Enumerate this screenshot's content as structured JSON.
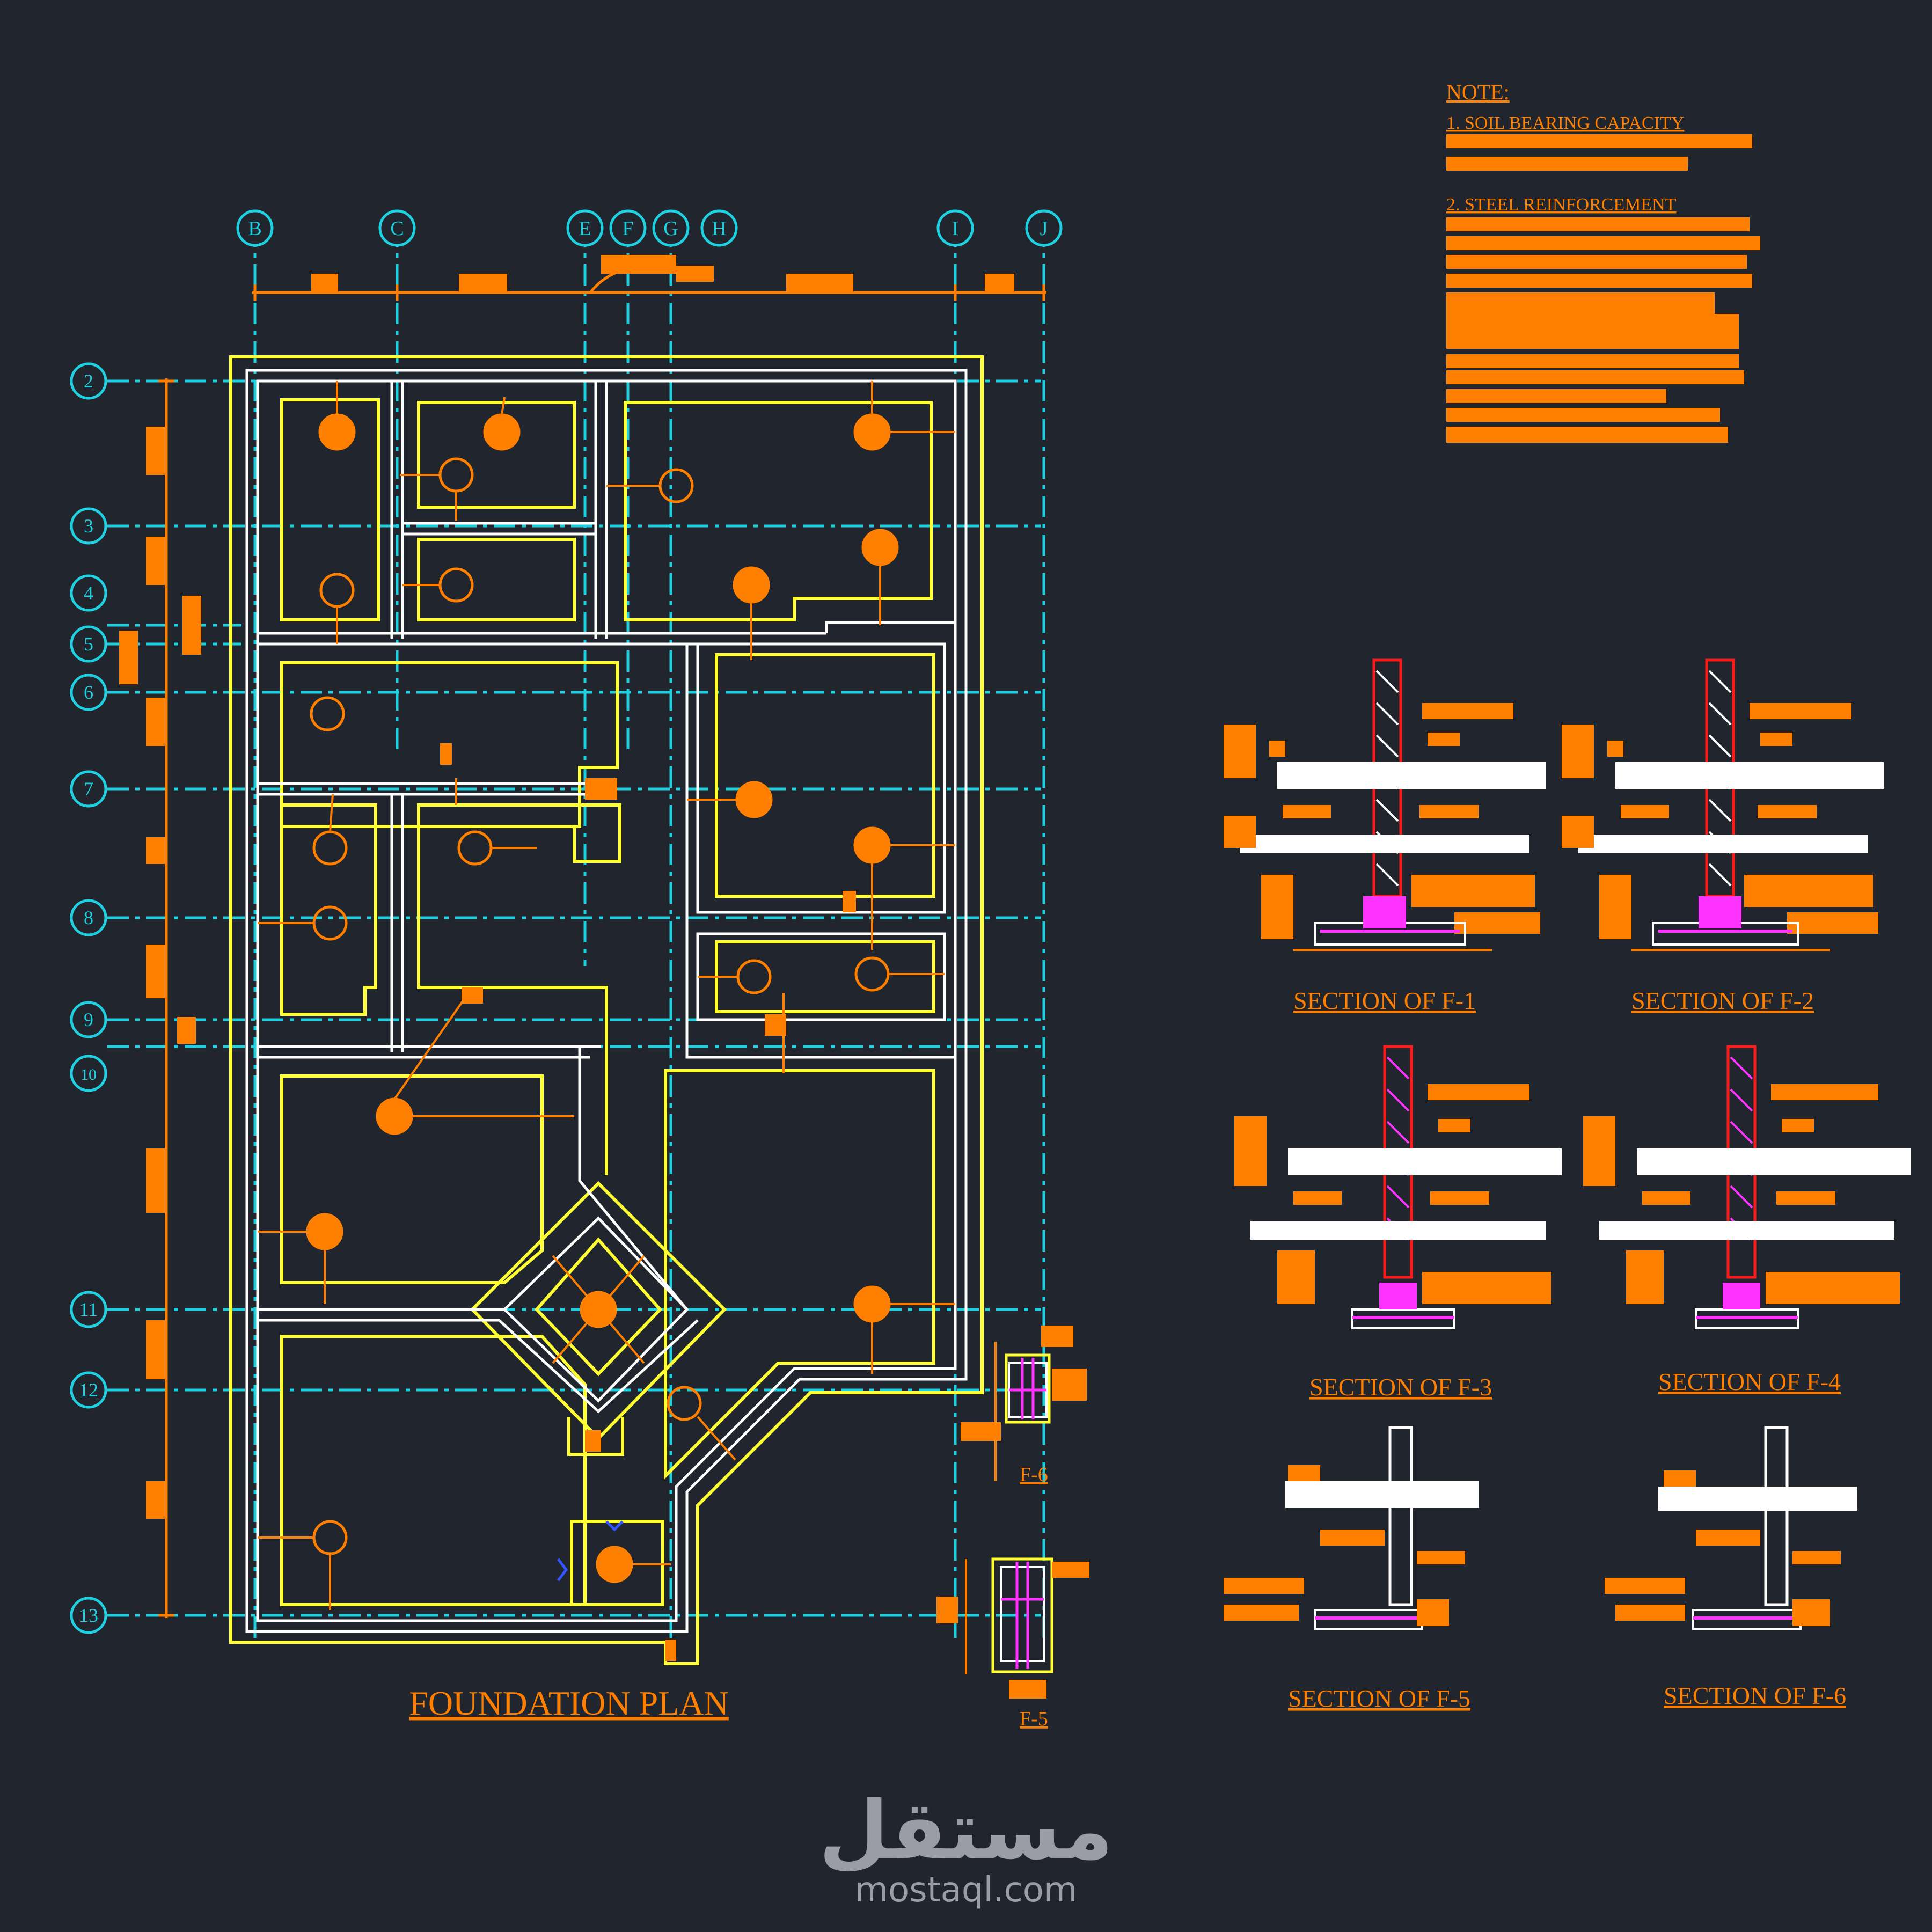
{
  "colors": {
    "background": "#21252d",
    "grid": "#1fd0e0",
    "dimension": "#ff8000",
    "footing": "#ffff33",
    "wall": "#ffffff",
    "column": "#ff1a1a",
    "rebar": "#ff33ff",
    "label": "#ff8000"
  },
  "notes": {
    "heading": "NOTE:",
    "item1": "1.  SOIL BEARING CAPACITY",
    "item2": "2.  STEEL REINFORCEMENT"
  },
  "plan": {
    "title": "FOUNDATION PLAN",
    "grid_cols": [
      "B",
      "C",
      "E",
      "F",
      "G",
      "H",
      "I",
      "J"
    ],
    "grid_rows": [
      "2",
      "3",
      "4",
      "5",
      "6",
      "7",
      "8",
      "9",
      "10",
      "11",
      "12",
      "13"
    ],
    "detail_f6": "F-6",
    "detail_f5": "F-5"
  },
  "sections": [
    {
      "label": "SECTION OF  F-1"
    },
    {
      "label": "SECTION OF  F-2"
    },
    {
      "label": "SECTION OF  F-3"
    },
    {
      "label": "SECTION OF  F-4"
    },
    {
      "label": "SECTION OF  F-5"
    },
    {
      "label": "SECTION OF  F-6"
    }
  ],
  "watermark": {
    "arabic": "مستقل",
    "latin": "mostaql.com"
  }
}
